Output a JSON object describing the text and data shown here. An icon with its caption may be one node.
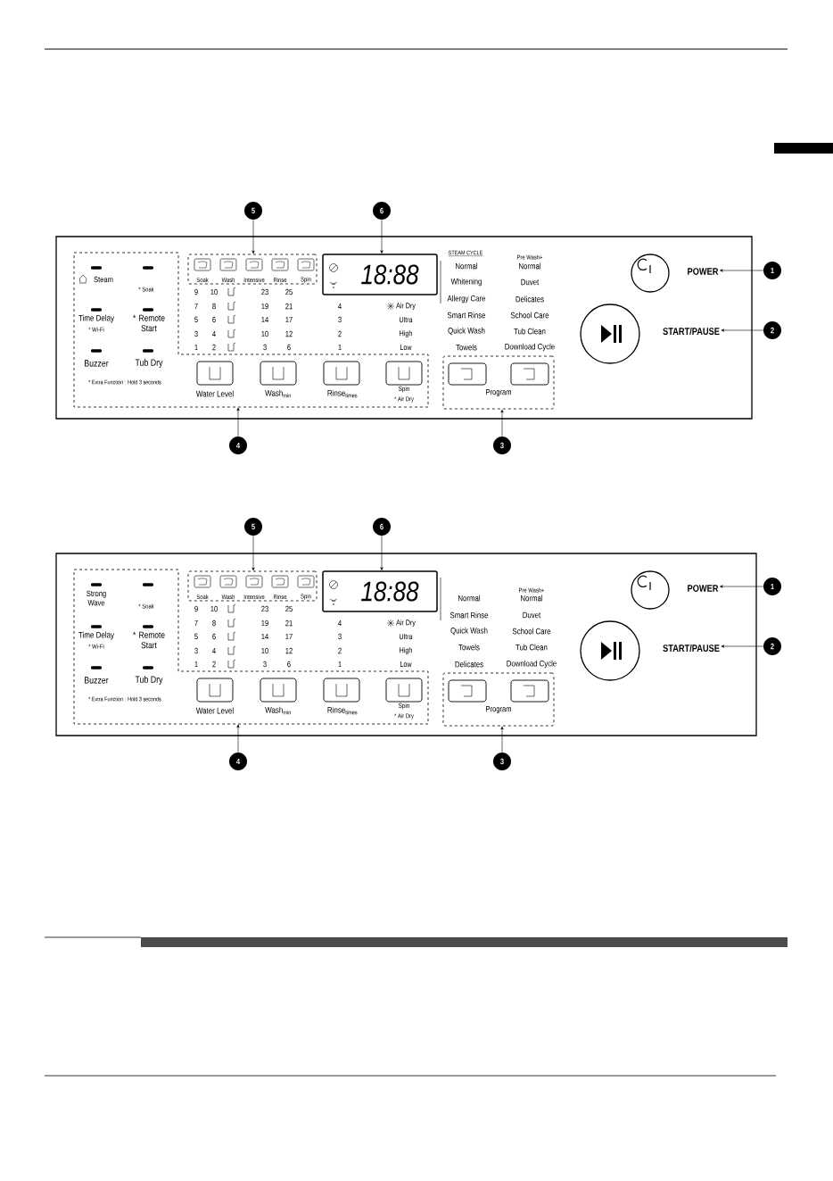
{
  "diagram": {
    "nodes": [
      {
        "text": [
          "5"
        ]
      },
      {
        "text": [
          "6"
        ]
      },
      {
        "text": [
          "1"
        ]
      },
      {
        "text": [
          "2"
        ]
      },
      {
        "text": [
          "4"
        ]
      },
      {
        "text": [
          "3"
        ]
      },
      {
        "text": [],
        "shape": "box"
      },
      {
        "text": [
          "18:88"
        ]
      },
      {
        "text": [
          "POWER"
        ]
      },
      {
        "text": [
          "START/PAUSE"
        ]
      },
      {
        "text": [],
        "shape": "box"
      },
      {
        "text": [
          "Program"
        ]
      },
      {
        "text": [
          "5"
        ]
      },
      {
        "text": [
          "6"
        ]
      },
      {
        "text": [
          "1"
        ]
      },
      {
        "text": [
          "2"
        ]
      },
      {
        "text": [
          "4"
        ]
      },
      {
        "text": [
          "3"
        ]
      },
      {
        "text": [],
        "shape": "box"
      },
      {
        "text": [
          "18:88"
        ]
      },
      {
        "text": [
          "POWER"
        ]
      },
      {
        "text": [
          "START/PAUSE"
        ]
      },
      {
        "text": [],
        "shape": "box"
      },
      {
        "text": [
          "Program"
        ]
      }
    ],
    "edges": [
      {
        "from": 0,
        "to": 6,
        "arrow": "to"
      },
      {
        "from": 1,
        "to": 7,
        "arrow": "to"
      },
      {
        "from": 2,
        "to": 8,
        "arrow": "to"
      },
      {
        "from": 3,
        "to": 9,
        "arrow": "to"
      },
      {
        "from": 4,
        "to": 10,
        "arrow": "to"
      },
      {
        "from": 5,
        "to": 11,
        "arrow": "to"
      },
      {
        "from": 12,
        "to": 18,
        "arrow": "to"
      },
      {
        "from": 13,
        "to": 19,
        "arrow": "to"
      },
      {
        "from": 14,
        "to": 20,
        "arrow": "to"
      },
      {
        "from": 15,
        "to": 21,
        "arrow": "to"
      },
      {
        "from": 16,
        "to": 22,
        "arrow": "to"
      },
      {
        "from": 17,
        "to": 23,
        "arrow": "to"
      }
    ],
    "labels": [
      "Steam",
      "* Soak",
      "Time Delay",
      "* Wi-Fi",
      "* Remote Start",
      "Buzzer",
      "Tub Dry",
      "* Extra Function : Hold 3 seconds",
      "Soak",
      "Wash",
      "Intensive",
      "Rinse",
      "Spin",
      "9",
      "10",
      "23",
      "25",
      "7",
      "8",
      "19",
      "21",
      "4",
      "Air Dry",
      "5",
      "6",
      "14",
      "17",
      "3",
      "Ultra",
      "3",
      "4",
      "10",
      "12",
      "2",
      "High",
      "1",
      "2",
      "3",
      "6",
      "1",
      "Low",
      "Water Level",
      "Wash$_{min}$",
      "Rinse$_{times}$",
      "Spin",
      "* Air Dry",
      "STEAM CYCLE",
      "Normal",
      "Whitening",
      "Allergy Care",
      "Smart Rinse",
      "Quick Wash",
      "Towels",
      "Pre Wash+",
      "Normal",
      "Duvet",
      "Delicates",
      "School Care",
      "Tub Clean",
      "Download Cycle",
      "Strong Wave",
      "* Soak",
      "Time Delay",
      "* Wi-Fi",
      "* Remote Start",
      "Buzzer",
      "Tub Dry",
      "* Extra Function : Hold 3 seconds",
      "Soak",
      "Wash",
      "Intensive",
      "Rinse",
      "Spin",
      "9",
      "10",
      "23",
      "25",
      "7",
      "8",
      "19",
      "21",
      "4",
      "Air Dry",
      "5",
      "6",
      "14",
      "17",
      "3",
      "Ultra",
      "3",
      "4",
      "10",
      "12",
      "2",
      "High",
      "1",
      "2",
      "3",
      "6",
      "1",
      "Low",
      "Water Level",
      "Wash$_{min}$",
      "Rinse$_{times}$",
      "Spin",
      "* Air Dry",
      "Normal",
      "Smart Rinse",
      "Quick Wash",
      "Towels",
      "Delicates",
      "Pre Wash+",
      "Normal",
      "Duvet",
      "School Care",
      "Tub Clean",
      "Download Cycle"
    ]
  }
}
